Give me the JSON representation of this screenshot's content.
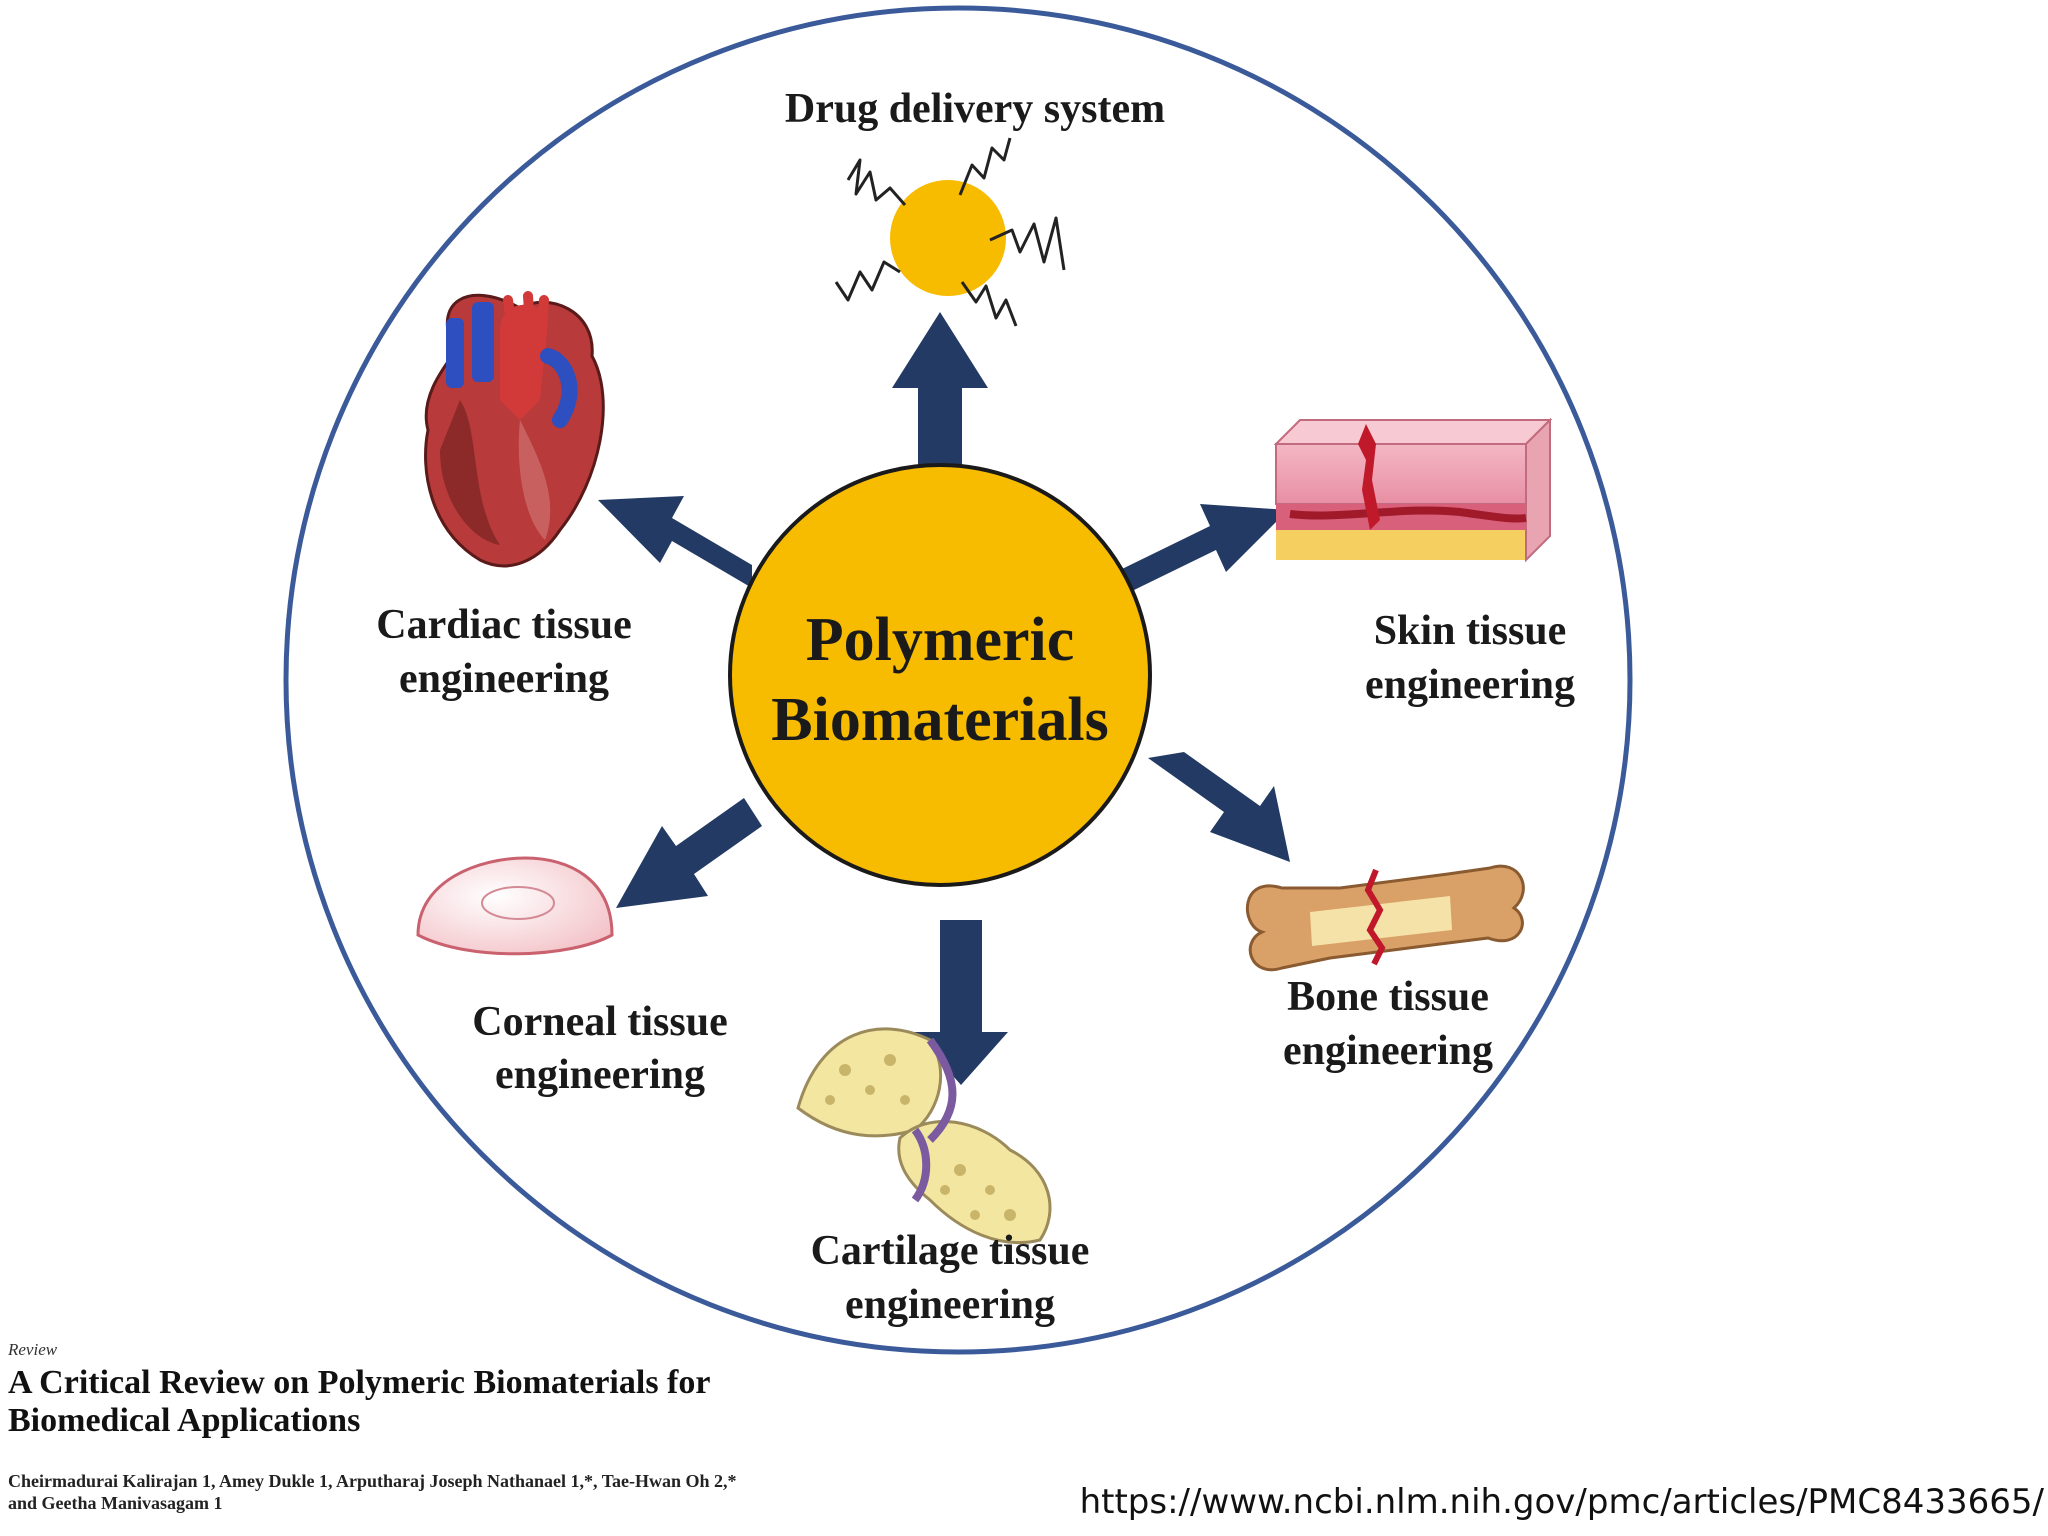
{
  "center": {
    "line1": "Polymeric",
    "line2": "Biomaterials"
  },
  "nodes": {
    "drug": {
      "line1": "Drug delivery system"
    },
    "cardiac": {
      "line1": "Cardiac tissue",
      "line2": "engineering"
    },
    "skin": {
      "line1": "Skin tissue",
      "line2": "engineering"
    },
    "corneal": {
      "line1": "Corneal tissue",
      "line2": "engineering"
    },
    "bone": {
      "line1": "Bone tissue",
      "line2": "engineering"
    },
    "cartilage": {
      "line1": "Cartilage tissue",
      "line2": "engineering"
    }
  },
  "citation": {
    "kind": "Review",
    "title_line1": "A Critical Review on Polymeric Biomaterials for",
    "title_line2": "Biomedical Applications",
    "authors_line1": "Cheirmadurai Kalirajan 1, Amey Dukle 1, Arputharaj Joseph Nathanael 1,*, Tae-Hwan Oh 2,*",
    "authors_line2": "and Geetha Manivasagam 1"
  },
  "source_url": "https://www.ncbi.nlm.nih.gov/pmc/articles/PMC8433665/",
  "colors": {
    "outer_ring": "#3b5a9a",
    "center_fill": "#f7bb00",
    "arrow": "#233a64",
    "text": "#1a1a1a"
  }
}
